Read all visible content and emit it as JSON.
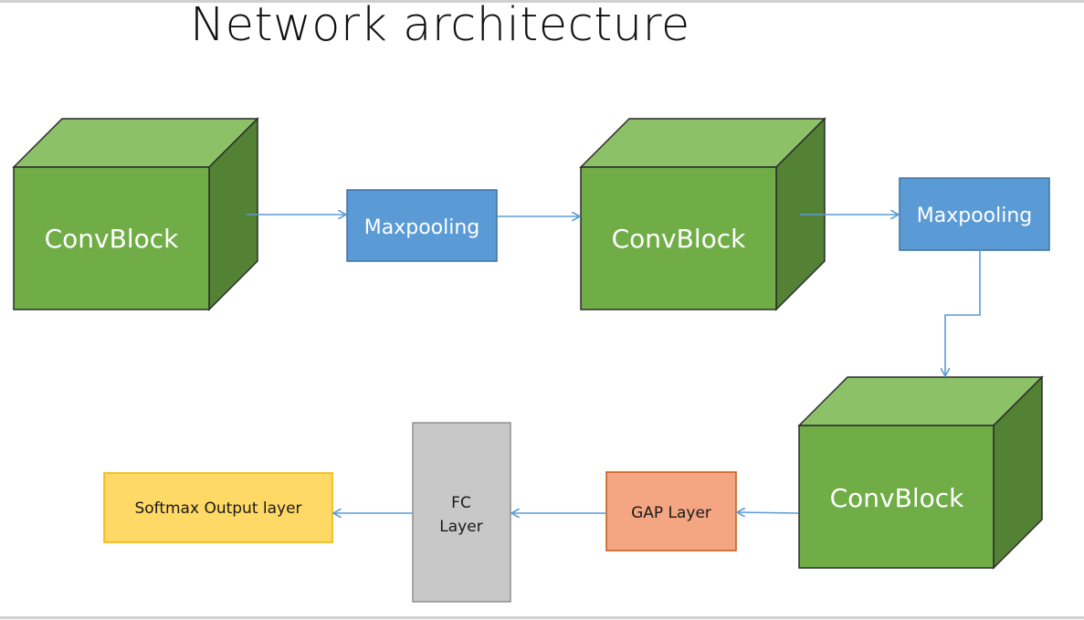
{
  "title": "Network architecture",
  "nodes": {
    "convblock_1": {
      "label": "ConvBlock"
    },
    "maxpool_1": {
      "label": "Maxpooling"
    },
    "convblock_2": {
      "label": "ConvBlock"
    },
    "maxpool_2": {
      "label": "Maxpooling"
    },
    "convblock_3": {
      "label": "ConvBlock"
    },
    "gap": {
      "label": "GAP Layer"
    },
    "fc": {
      "label_line1": "FC",
      "label_line2": "Layer"
    },
    "softmax": {
      "label": "Softmax Output layer"
    }
  },
  "edges": [
    {
      "from": "convblock_1",
      "to": "maxpool_1"
    },
    {
      "from": "maxpool_1",
      "to": "convblock_2"
    },
    {
      "from": "convblock_2",
      "to": "maxpool_2"
    },
    {
      "from": "maxpool_2",
      "to": "convblock_3"
    },
    {
      "from": "convblock_3",
      "to": "gap"
    },
    {
      "from": "gap",
      "to": "fc"
    },
    {
      "from": "fc",
      "to": "softmax"
    }
  ],
  "colors": {
    "cube_front": "#70ad47",
    "cube_top": "#8cc168",
    "cube_side": "#548235",
    "cube_outline": "#2b2b2b",
    "maxpool_fill": "#5b9bd5",
    "maxpool_border": "#41719c",
    "gap_fill": "#f4a582",
    "gap_border": "#c55a11",
    "fc_fill": "#c8c8c8",
    "fc_border": "#8f8f8f",
    "softmax_fill": "#ffd966",
    "softmax_border": "#f0b400",
    "arrow": "#5b9bd5"
  }
}
